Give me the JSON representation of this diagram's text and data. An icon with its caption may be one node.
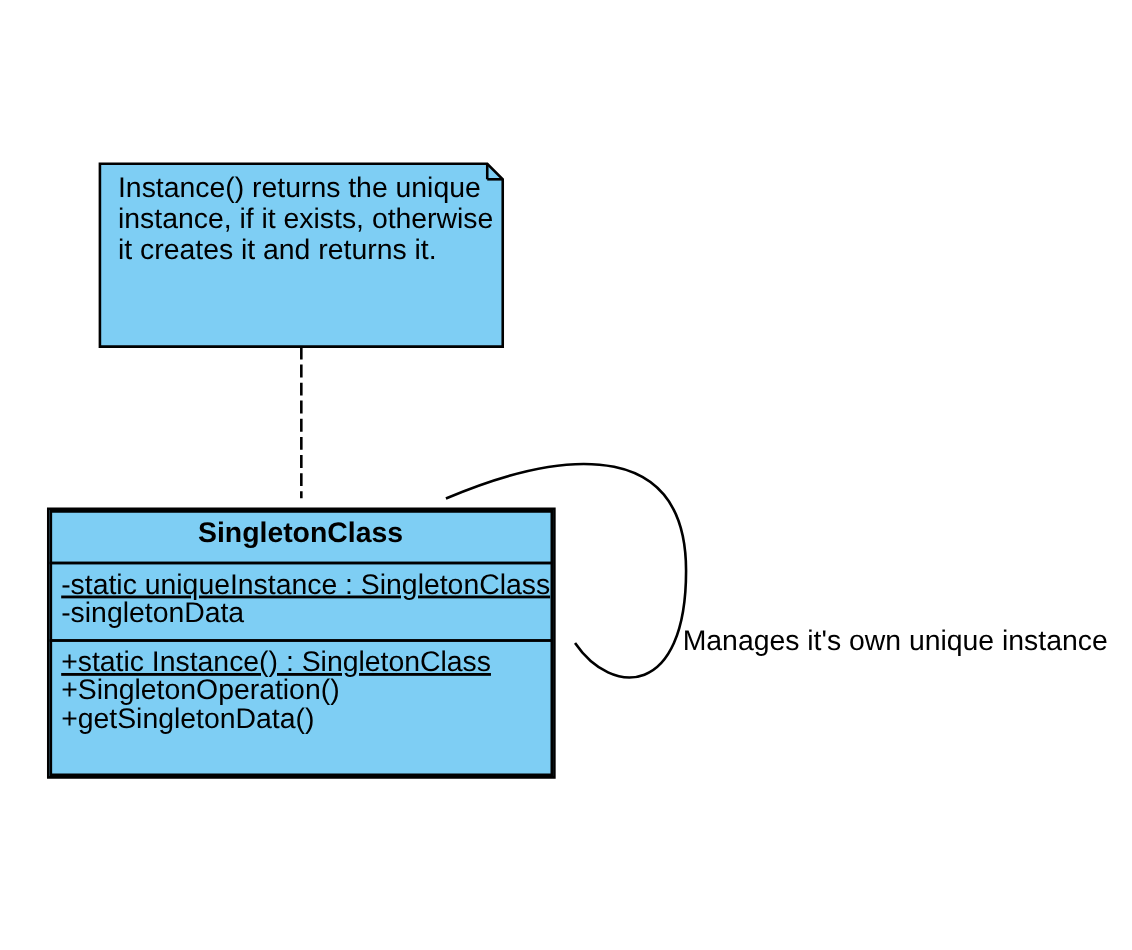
{
  "diagram": {
    "nodes": [
      {
        "text": [
          "SingletonClass",
          "-static uniqueInstance : SingletonClass",
          "-singletonData",
          "+static Instance() : SingletonClass",
          "+SingletonOperation()",
          "+getSingletonData()"
        ]
      },
      {
        "text": [
          "Instance() returns the unique instance, if it exists, otherwise it creates it and returns it."
        ]
      }
    ],
    "edges": [
      {
        "from": 0,
        "to": 0,
        "arrow": "none",
        "label": "Manages it's own unique instance"
      },
      {
        "from": 1,
        "to": 0,
        "arrow": "none",
        "style": "dashed"
      }
    ]
  }
}
